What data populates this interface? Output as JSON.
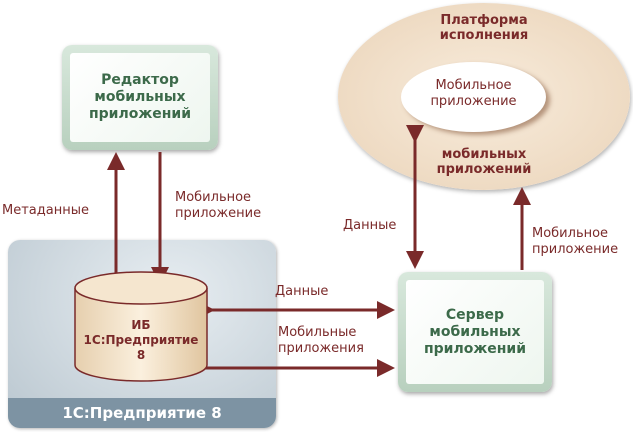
{
  "editor": {
    "line1": "Редактор",
    "line2": "мобильных",
    "line3": "приложений"
  },
  "platform": {
    "title1": "Платформа",
    "title2": "исполнения",
    "inner1": "Мобильное",
    "inner2": "приложение",
    "bottom1": "мобильных",
    "bottom2": "приложений"
  },
  "enterprise": {
    "footer": "1С:Предприятие 8",
    "db1": "ИБ",
    "db2": "1С:Предприятие",
    "db3": "8"
  },
  "server": {
    "line1": "Сервер",
    "line2": "мобильных",
    "line3": "приложений"
  },
  "labels": {
    "metadata": "Метаданные",
    "mobile_app1": "Мобильное",
    "mobile_app2": "приложение",
    "data_vertical": "Данные",
    "mobile_app_right1": "Мобильное",
    "mobile_app_right2": "приложение",
    "data_horizontal": "Данные",
    "mobile_apps1": "Мобильные",
    "mobile_apps2": "приложения"
  },
  "colors": {
    "arrow": "#7a2a2a",
    "green_text": "#3c6a4a"
  }
}
